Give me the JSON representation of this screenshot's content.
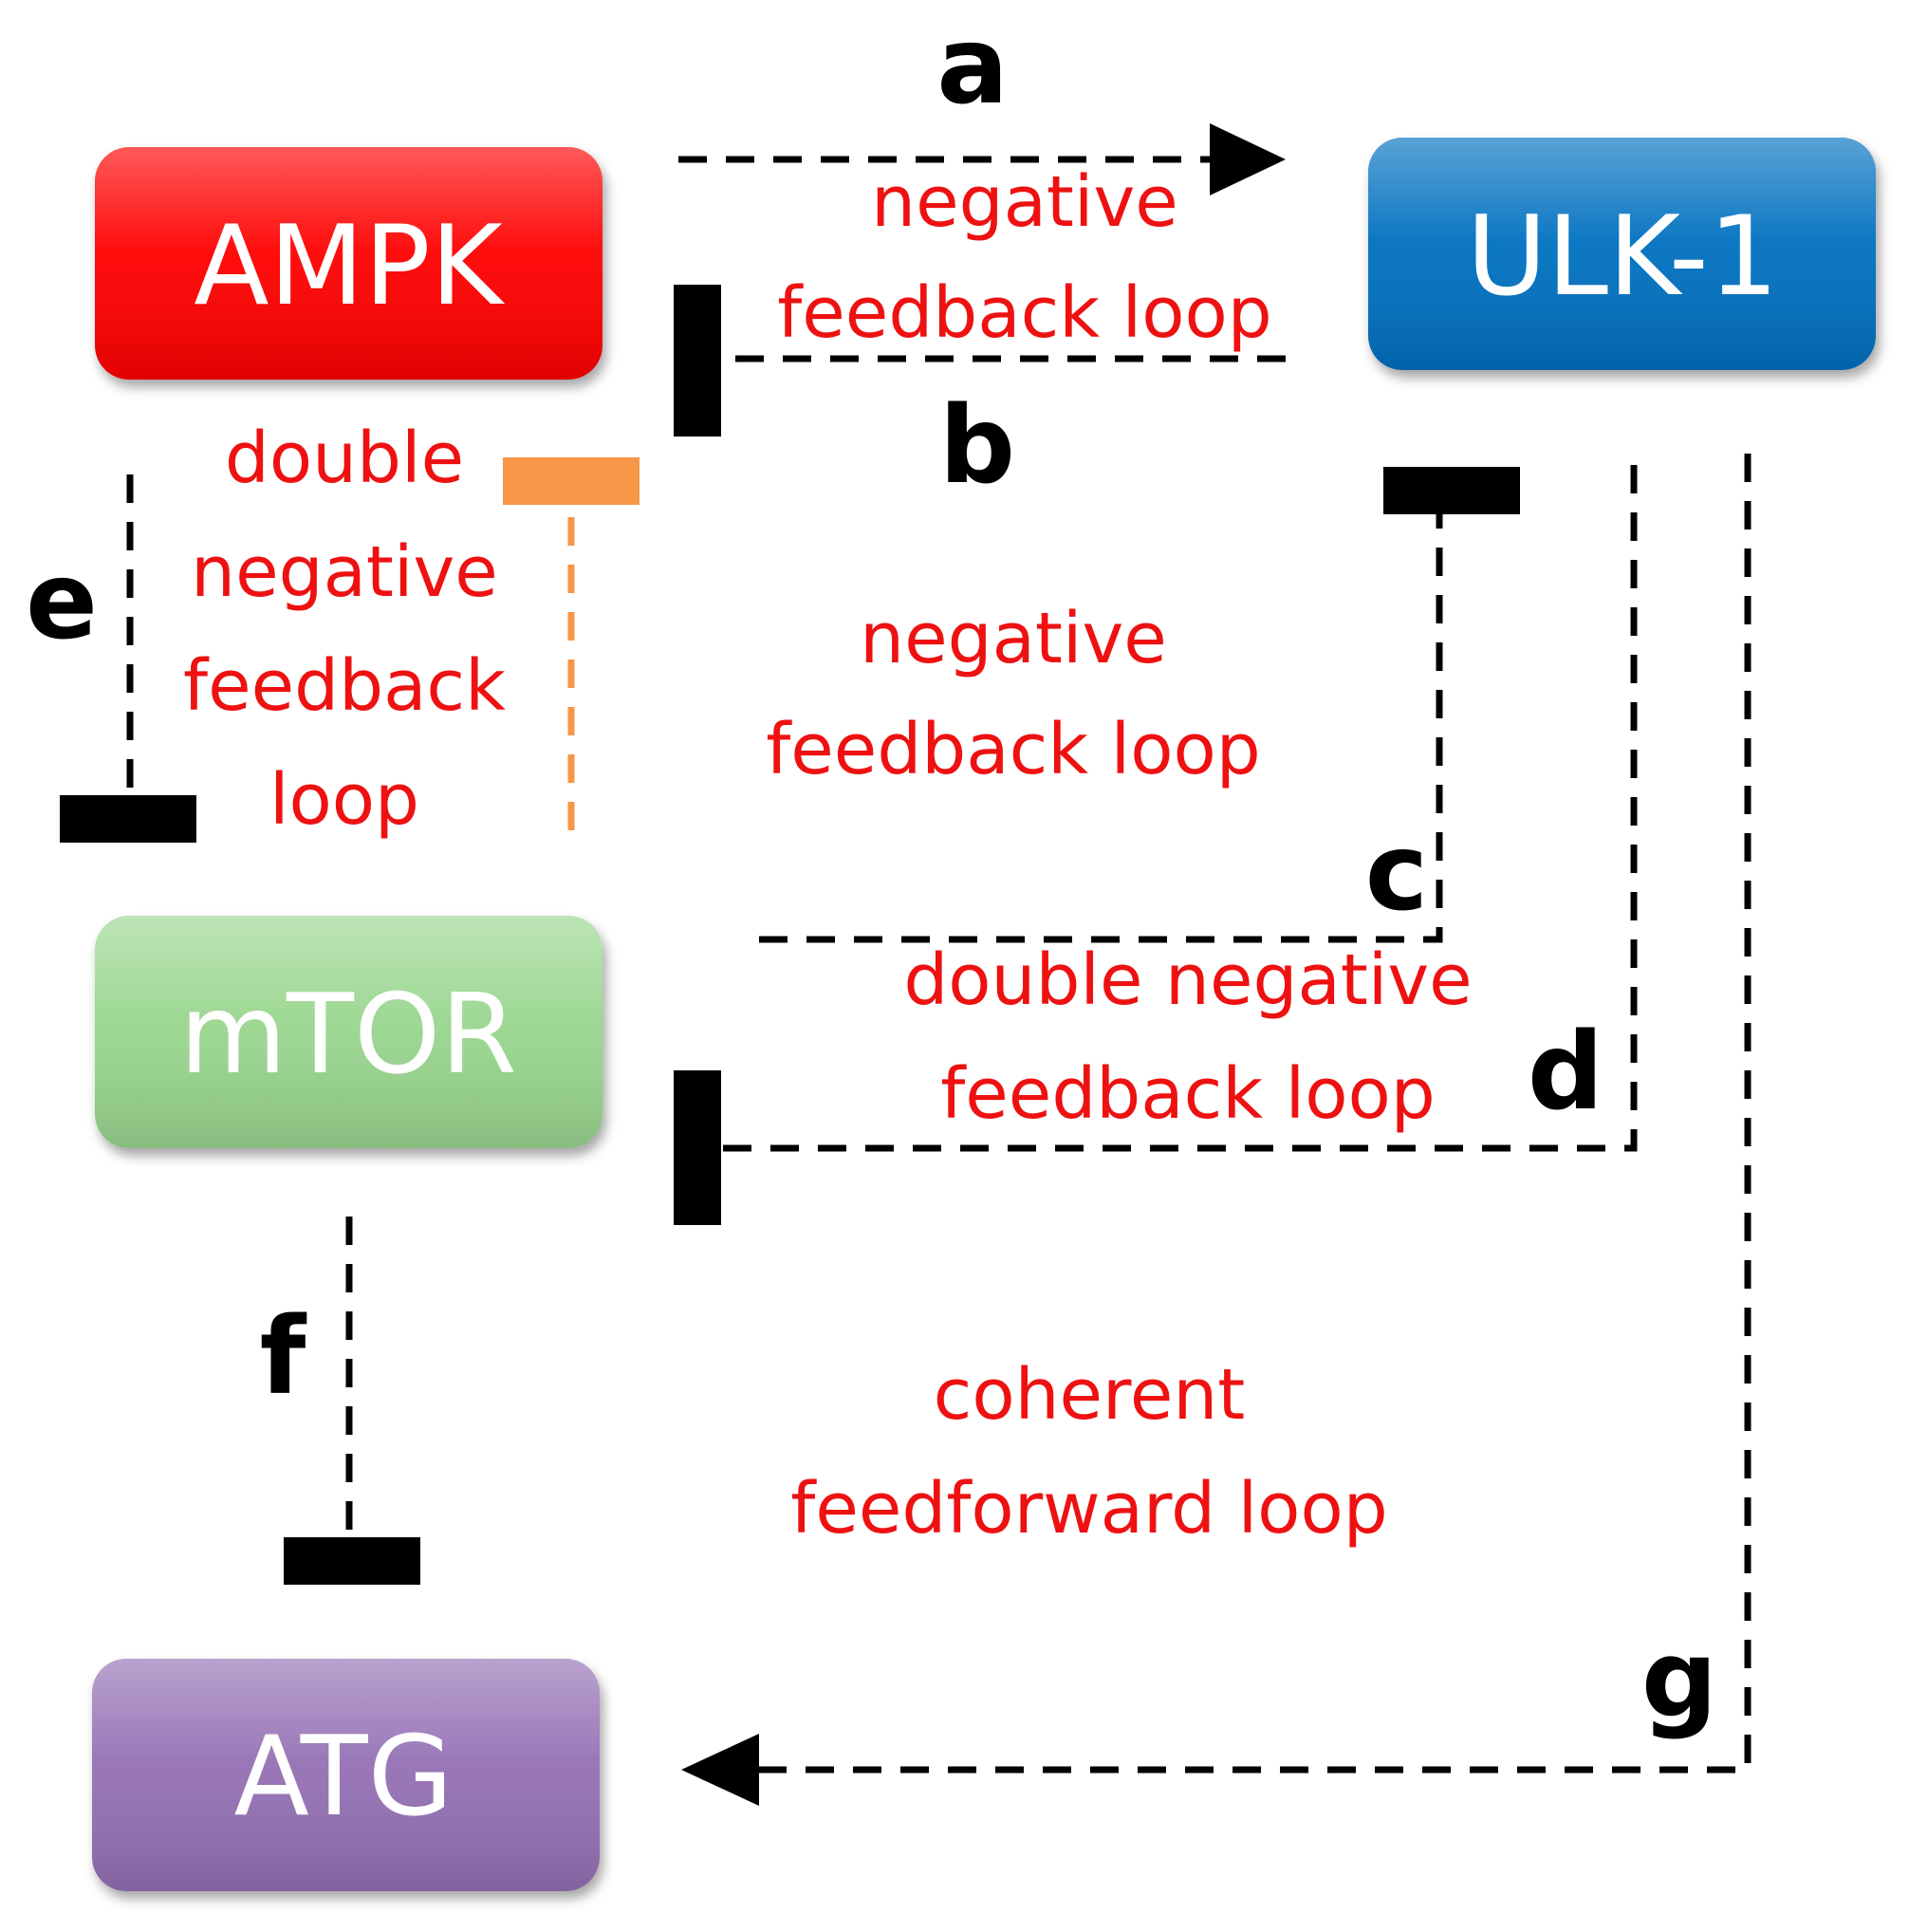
{
  "nodes": {
    "ampk": {
      "label": "AMPK",
      "color": "#ff0000"
    },
    "ulk1": {
      "label": "ULK-1",
      "color": "#0070c0"
    },
    "mtor": {
      "label": "mTOR",
      "color": "#99d68f"
    },
    "atg": {
      "label": "ATG",
      "color": "#9470b4"
    }
  },
  "edges": {
    "a": {
      "letter": "a",
      "from": "AMPK",
      "to": "ULK-1",
      "type": "activation"
    },
    "b": {
      "letter": "b",
      "from": "ULK-1",
      "to": "AMPK",
      "type": "inhibition"
    },
    "c": {
      "letter": "c",
      "from": "mTOR",
      "to": "ULK-1",
      "type": "inhibition"
    },
    "d": {
      "letter": "d",
      "from": "ULK-1",
      "to": "mTOR",
      "type": "inhibition"
    },
    "e": {
      "letter": "e",
      "from": "AMPK",
      "to": "mTOR",
      "type": "inhibition"
    },
    "e_orange": {
      "from": "mTOR",
      "to": "AMPK",
      "type": "inhibition",
      "color": "#f79646"
    },
    "f": {
      "letter": "f",
      "from": "mTOR",
      "to": "ATG",
      "type": "inhibition"
    },
    "g": {
      "letter": "g",
      "from": "ULK-1",
      "to": "ATG",
      "type": "activation"
    }
  },
  "loops": {
    "ampk_ulk1": {
      "line1": "negative",
      "line2": "feedback loop"
    },
    "ampk_mtor": {
      "line1": "double",
      "line2": "negative",
      "line3": "feedback",
      "line4": "loop"
    },
    "center": {
      "line1": "negative",
      "line2": "feedback loop"
    },
    "mtor_ulk1": {
      "line1": "double negative",
      "line2": "feedback loop"
    },
    "feedforward": {
      "line1": "coherent",
      "line2": "feedforward loop"
    }
  }
}
